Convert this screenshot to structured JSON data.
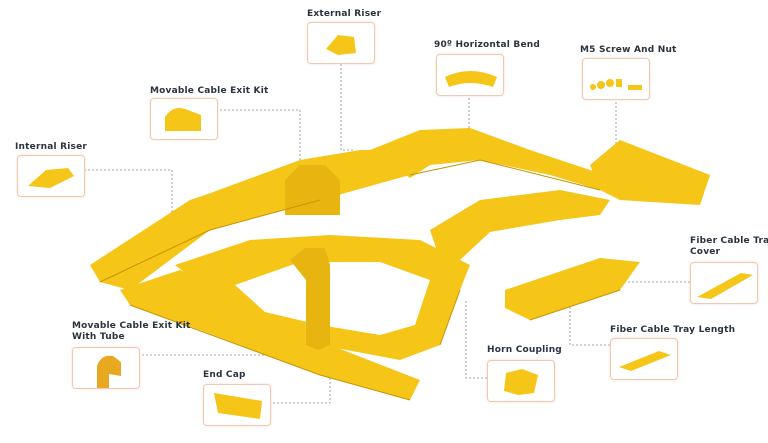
{
  "components": [
    {
      "id": "external-riser",
      "label": "External Riser"
    },
    {
      "id": "horizontal-bend",
      "label": "90º Horizontal Bend"
    },
    {
      "id": "m5-screw-nut",
      "label": "M5 Screw And Nut"
    },
    {
      "id": "movable-cable-exit-kit",
      "label": "Movable Cable Exit Kit"
    },
    {
      "id": "internal-riser",
      "label": "Internal Riser"
    },
    {
      "id": "tray-cover",
      "label_line1": "Fiber Cable Tray",
      "label_line2": "Cover"
    },
    {
      "id": "tray-length",
      "label": "Fiber Cable Tray Length"
    },
    {
      "id": "exit-kit-tube",
      "label_line1": "Movable Cable Exit Kit",
      "label_line2": "With Tube"
    },
    {
      "id": "horn-coupling",
      "label": "Horn Coupling"
    },
    {
      "id": "end-cap",
      "label": "End Cap"
    }
  ],
  "colors": {
    "tray": "#f5c518",
    "tray_dark": "#d9a20c",
    "tray_light": "#ffe066",
    "leader": "#8a8a8a",
    "thumb_border": "#f2c9b0",
    "label": "#2b3340"
  }
}
